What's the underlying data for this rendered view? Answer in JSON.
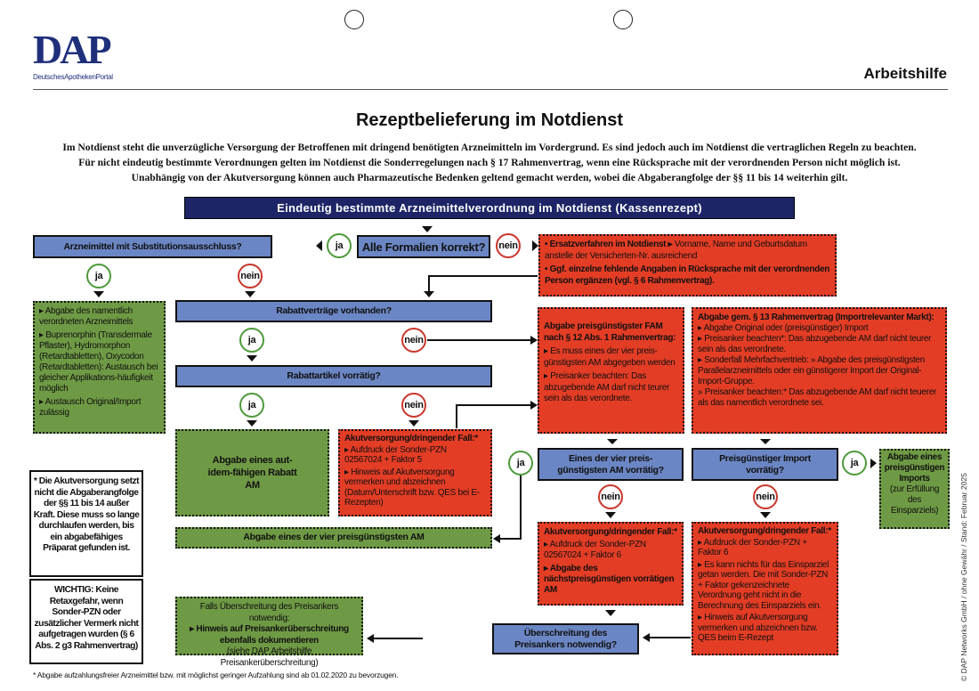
{
  "header": {
    "logo": "DAP",
    "logo_sub": "DeutschesApothekenPortal",
    "category": "Arbeitshilfe"
  },
  "title": "Rezeptbelieferung im Notdienst",
  "intro": [
    "Im Notdienst steht die unverzügliche Versorgung der Betroffenen mit dringend benötigten Arzneimitteln im Vordergrund. Es sind jedoch auch im Notdienst die vertraglichen Regeln zu beachten.",
    "Für nicht eindeutig bestimmte Verordnungen gelten im Notdienst die Sonderregelungen nach § 17 Rahmenvertrag, wenn eine Rücksprache mit der verordnenden Person nicht möglich ist.",
    "Unabhängig von der Akutversorgung können auch Pharmazeutische Bedenken geltend gemacht werden, wobei die Abgaberangfolge der §§ 11 bis 14 weiterhin gilt."
  ],
  "banner": "Eindeutig bestimmte Arzneimittelverordnung im Notdienst (Kassenrezept)",
  "labels": {
    "yes": "ja",
    "no": "nein"
  },
  "questions": {
    "formalien": "Alle Formalien korrekt?",
    "substitution": "Arzneimittel mit Substitutionsausschluss?",
    "rabattvertraege": "Rabattverträge vorhanden?",
    "rabattartikel": "Rabattartikel vorrätig?",
    "vier_am": "Eines der vier preis-günstigsten AM vorrätig?",
    "import": "Preisgünstiger Import vorrätig?",
    "preisanker": "Überschreitung des Preisankers notwendig?"
  },
  "boxes": {
    "ersatz": {
      "b1_bold": "• Ersatzverfahren im Notdienst ▸",
      "b1": " Vorname, Name und Geburtsdatum anstelle der Versicherten-Nr. ausreichend",
      "b2": "• Ggf. einzelne fehlende Angaben in Rücksprache mit der verordnenden Person ergänzen (vgl. § 6 Rahmenvertrag)."
    },
    "substitution_ja": [
      "▸ Abgabe des namentlich verordneten Arzneimittels",
      "▸ Buprenorphin (Transdermale Pflaster), Hydromorphon (Retardtabletten), Oxycodon (Retardtabletten): Austausch bei gleicher Applikations-häufigkeit möglich",
      "▸ Austausch Original/Import zulässig"
    ],
    "fam": {
      "title": "Abgabe preisgünstigster FAM nach § 12 Abs. 1 Rahmenvertrag:",
      "items": [
        "▸ Es muss eines der vier preis-günstigsten AM abgegeben werden",
        "▸ Preisanker beachten: Das abzugebende AM darf nicht teurer sein als das verordnete."
      ]
    },
    "p13": {
      "title": "Abgabe gem. § 13 Rahmenvertrag (Importrelevanter Markt):",
      "items": [
        "▸ Abgabe Original oder (preisgünstiger) Import",
        "▸ Preisanker beachten*: Das abzugebende AM darf nicht teurer sein als das verordnete.",
        "▸ Sonderfall Mehrfachvertrieb: » Abgabe des preisgünstigsten Parallelarzneimittels oder ein günstigerer Import der Original-Import-Gruppe.",
        "» Preisanker beachten:* Das abzugebende AM darf nicht teuerer als das namentlich verordnete sei."
      ]
    },
    "aut_idem": "Abgabe eines aut-idem-fähigen Rabatt AM",
    "akut1": {
      "title": "Akutversorgung/dringender Fall:*",
      "items": [
        "▸ Aufdruck der Sonder-PZN 02567024 + Faktor 5",
        "▸ Hinweis auf Akutversorgung vermerken und abzeichnen (Datum/Unterschrift bzw. QES bei E-Rezepten)"
      ]
    },
    "vier_am_abgabe": "Abgabe eines der vier preisgünstigsten AM",
    "import_abgabe": {
      "bold": "Abgabe eines preisgünstigen Imports",
      "text": "(zur Erfüllung des Einsparziels)"
    },
    "akut2": {
      "title": "Akutversorgung/dringender Fall:*",
      "item1": "▸ Aufdruck der Sonder-PZN 02567024 + Faktor 6",
      "item2": "▸ Abgabe des nächstpreisgünstigen vorrätigen AM"
    },
    "akut3": {
      "title": "Akutversorgung/dringender Fall:*",
      "items": [
        "▸ Aufdruck der Sonder-PZN + Faktor 6",
        "▸ Es kann nichts für das Einsparziel getan werden. Die mit Sonder-PZN + Faktor gekenzeichnete Verordnung geht nicht in die Berechnung des Einsparziels ein.",
        "▸ Hinweis auf Akutversorgung vermerken und abzeichnen bzw. QES beim E-Rezept"
      ]
    },
    "preisanker": {
      "l1": "Falls Überschreitung des Preisankers notwendig:",
      "l2": "▸ Hinweis auf Preisankerüberschreitung ebenfalls dokumentieren",
      "l3": "(siehe DAP Arbeitshilfe Preisankerüberschreitung)"
    }
  },
  "notes": {
    "akut": "* Die Akutversorgung setzt nicht die Abgaberangfolge der §§ 11 bis 14 außer Kraft. Diese muss so lange durchlaufen werden, bis ein abgabefähiges Präparat gefunden ist.",
    "wichtig": "WICHTIG: Keine Retaxgefahr, wenn Sonder-PZN oder zusätzlicher Vermerk nicht aufgetragen wurden (§ 6 Abs. 2 g3 Rahmenvertrag)"
  },
  "footnote": "* Abgabe aufzahlungsfreier Arzneimittel bzw. mit möglichst geringer Aufzahlung sind ab 01.02.2020 zu bevorzugen.",
  "side_text": "© DAP Networks GmbH / ohne Gewähr / Stand: Februar 2025",
  "colors": {
    "question": "#6b86c4",
    "positive": "#6f9a45",
    "warning": "#e43d25",
    "banner": "#1d2566"
  }
}
